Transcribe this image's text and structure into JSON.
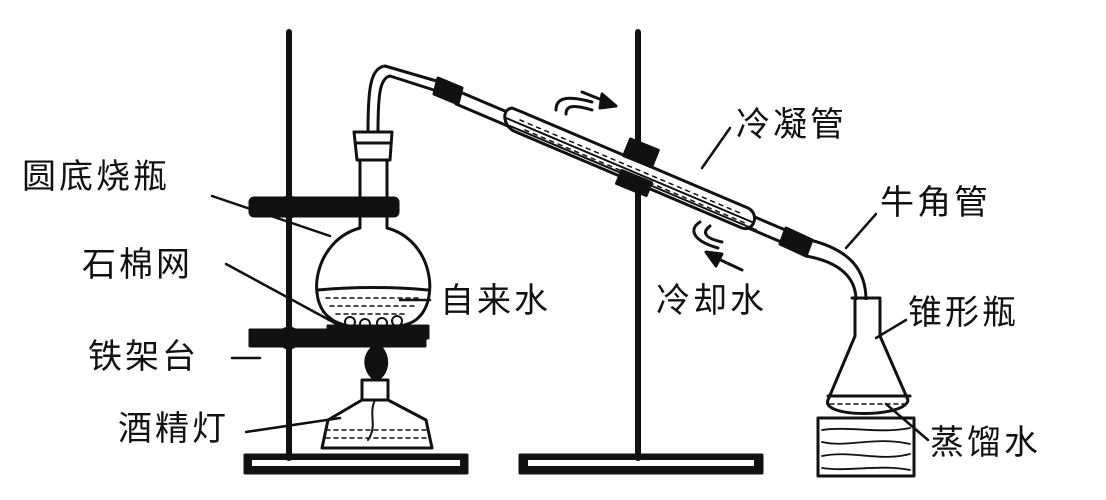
{
  "labels": {
    "round_bottom_flask": "圆底烧瓶",
    "asbestos_net": "石棉网",
    "iron_stand": "铁架台",
    "alcohol_lamp": "酒精灯",
    "tap_water": "自来水",
    "condenser": "冷凝管",
    "cooling_water": "冷却水",
    "adapter": "牛角管",
    "erlenmeyer_flask": "锥形瓶",
    "distilled_water": "蒸馏水"
  },
  "colors": {
    "ink": "#111111",
    "paper": "#ffffff"
  }
}
